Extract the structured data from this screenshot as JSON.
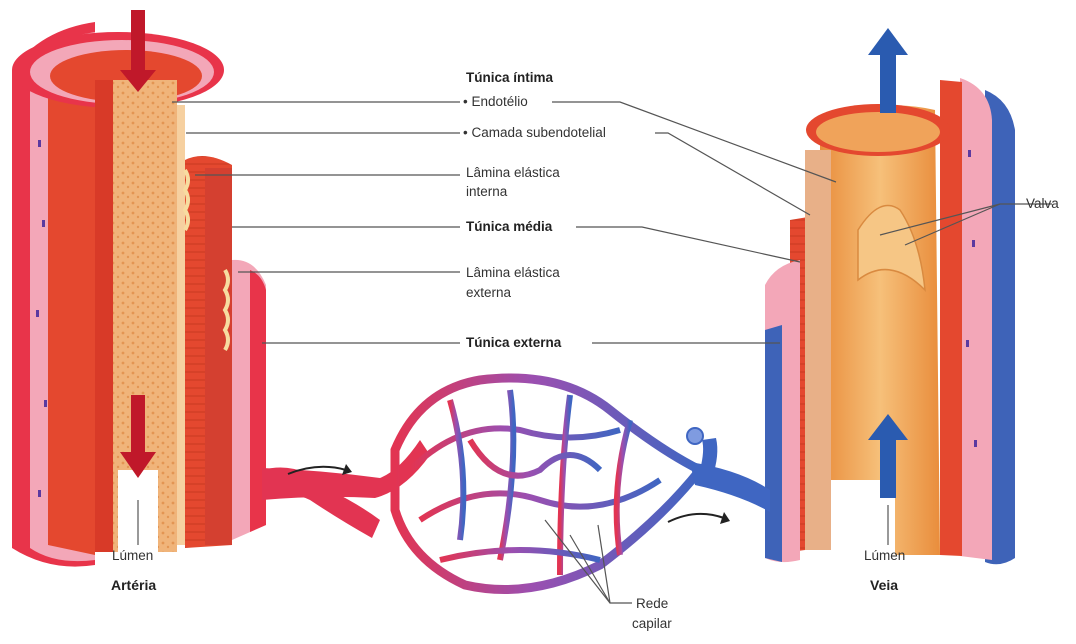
{
  "labels": {
    "tunica_intima": "Túnica íntima",
    "endotelio": "• Endotélio",
    "camada_subendotelial": "• Camada subendotelial",
    "lamina_interna_1": "Lâmina elástica",
    "lamina_interna_2": "interna",
    "tunica_media": "Túnica média",
    "lamina_externa_1": "Lâmina elástica",
    "lamina_externa_2": "externa",
    "tunica_externa": "Túnica externa",
    "valva": "Valva",
    "lumen_artery": "Lúmen",
    "lumen_vein": "Lúmen",
    "arteria": "Artéria",
    "veia": "Veia",
    "rede_1": "Rede",
    "rede_2": "capilar"
  },
  "colors": {
    "artery_red": "#e8344a",
    "artery_pink": "#f3a7b8",
    "muscle_red": "#e0462e",
    "endothelium_tan": "#f2b978",
    "vein_blue": "#3e63b8",
    "arrow_red": "#c0182a",
    "arrow_blue": "#2a5bb0",
    "capillary_purple": "#8a5bb8"
  }
}
